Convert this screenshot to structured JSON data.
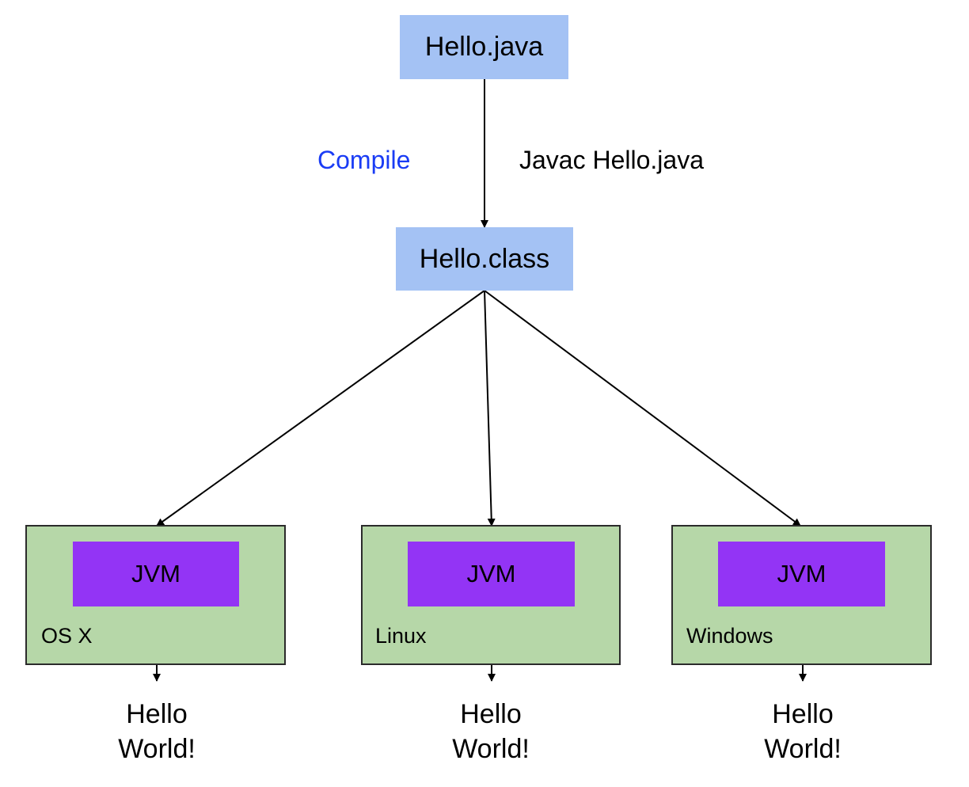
{
  "source_file": {
    "label": "Hello.java"
  },
  "compile_step": {
    "label": "Compile",
    "command": "Javac Hello.java"
  },
  "class_file": {
    "label": "Hello.class"
  },
  "platforms": [
    {
      "os": "OS X",
      "jvm": "JVM",
      "output_line1": "Hello",
      "output_line2": "World!"
    },
    {
      "os": "Linux",
      "jvm": "JVM",
      "output_line1": "Hello",
      "output_line2": "World!"
    },
    {
      "os": "Windows",
      "jvm": "JVM",
      "output_line1": "Hello",
      "output_line2": "World!"
    }
  ],
  "colors": {
    "file_box": "#a4c2f4",
    "platform_box": "#b6d7a8",
    "jvm_box": "#9334f5",
    "compile_label": "#1a3cf5",
    "arrow": "#000000"
  }
}
